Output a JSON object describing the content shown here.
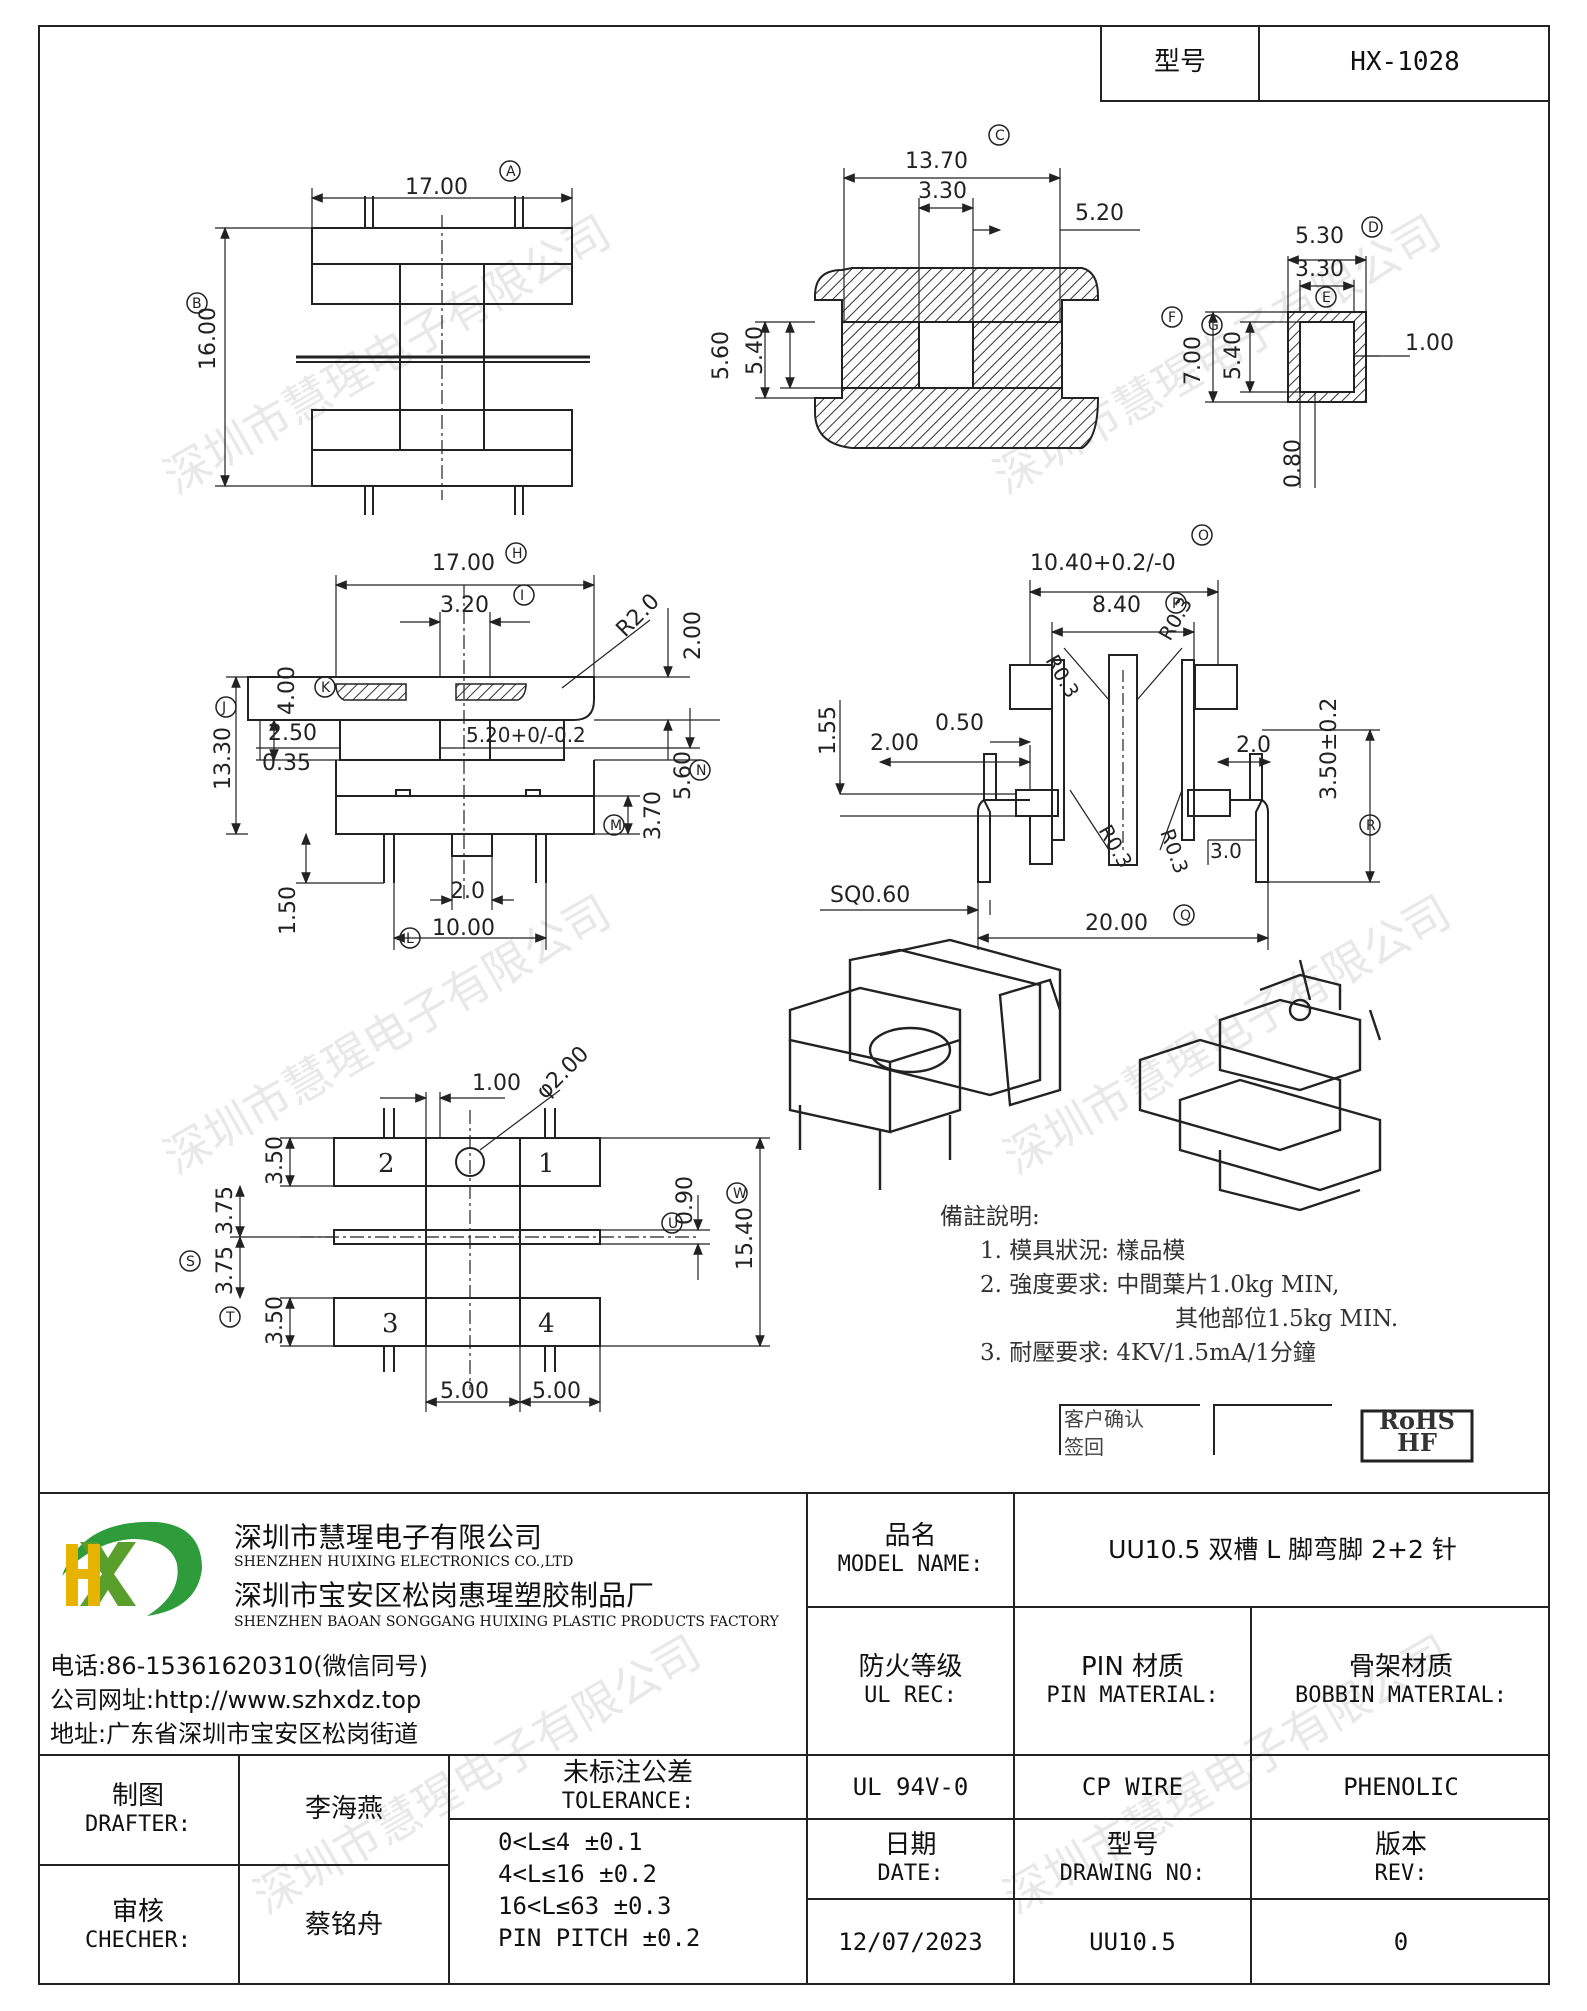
{
  "header": {
    "type_label": "型号",
    "type_value": "HX-1028"
  },
  "dimensions": {
    "v1": {
      "a": "17.00",
      "a_tag": "A",
      "b": "16.00",
      "b_tag": "B"
    },
    "v2": {
      "c": "13.70",
      "c_tag": "C",
      "d1": "3.30",
      "d2": "5.20",
      "h1": "5.60",
      "h2": "5.40"
    },
    "v3": {
      "d": "5.30",
      "d_tag": "D",
      "e": "3.30",
      "e_tag": "E",
      "f": "7.00",
      "f_tag": "F",
      "g": "5.40",
      "g_tag": "G",
      "t": "1.00",
      "b": "0.80"
    },
    "v4": {
      "h": "17.00",
      "h_tag": "H",
      "i": "3.20",
      "i_tag": "I",
      "r": "R2.0",
      "d2": "2.00",
      "j": "13.30",
      "j_tag": "J",
      "d4": "4.00",
      "k_tag": "K",
      "d250": "2.50",
      "d035": "0.35",
      "tol": "5.20+0/-0.2",
      "n": "5.60",
      "n_tag": "N",
      "m": "3.70",
      "m_tag": "M",
      "p150": "1.50",
      "p20": "2.0",
      "l": "10.00",
      "l_tag": "L"
    },
    "v5": {
      "o": "10.40+0.2/-0",
      "o_tag": "O",
      "p": "8.40",
      "p_tag": "P",
      "r03": "R0.3",
      "h155": "1.55",
      "w200": "2.00",
      "w050": "0.50",
      "w20": "2.0",
      "pin": "3.50±0.2",
      "r_tag": "R",
      "w30": "3.0",
      "sq": "SQ0.60",
      "q": "20.00",
      "q_tag": "Q"
    },
    "v6": {
      "d100": "1.00",
      "phi": "φ2.00",
      "p1": "1",
      "p2": "2",
      "p3": "3",
      "p4": "4",
      "d350a": "3.50",
      "d375a": "3.75",
      "d375b": "3.75",
      "d350b": "3.50",
      "s_tag": "S",
      "t_tag": "T",
      "u_tag": "U",
      "u": "0.90",
      "w": "15.40",
      "w_tag": "W",
      "x1": "5.00",
      "x2": "5.00"
    }
  },
  "notes": {
    "title": "備註說明:",
    "l1": "1. 模具狀況: 樣品模",
    "l2": "2. 強度要求: 中間葉片1.0kg MIN,",
    "l2b": "其他部位1.5kg MIN.",
    "l3": "3. 耐壓要求: 4KV/1.5mA/1分鐘",
    "stamp1": "客户确认",
    "stamp2": "签回",
    "rohs1": "RoHS",
    "rohs2": "HF"
  },
  "watermark": "深圳市慧瑆电子有限公司",
  "company": {
    "logo_text": "HX",
    "name_cn": "深圳市慧瑆电子有限公司",
    "name_en": "SHENZHEN HUIXING ELECTRONICS CO.,LTD",
    "factory_cn": "深圳市宝安区松岗惠瑆塑胶制品厂",
    "factory_en": "SHENZHEN BAOAN SONGGANG HUIXING PLASTIC PRODUCTS FACTORY",
    "phone": "电话:86-15361620310(微信同号)",
    "website": "公司网址:http://www.szhxdz.top",
    "address": "地址:广东省深圳市宝安区松岗街道"
  },
  "titleblock": {
    "model_name_cn": "品名",
    "model_name_en": "MODEL NAME:",
    "model_name_value": "UU10.5 双槽 L 脚弯脚 2+2 针",
    "ul_cn": "防火等级",
    "ul_en": "UL REC:",
    "pin_cn": "PIN 材质",
    "pin_en": "PIN MATERIAL:",
    "bobbin_cn": "骨架材质",
    "bobbin_en": "BOBBIN MATERIAL:",
    "drafter_cn": "制图",
    "drafter_en": "DRAFTER:",
    "drafter_value": "李海燕",
    "tol_cn": "未标注公差",
    "tol_en": "TOLERANCE:",
    "ul_value": "UL 94V-0",
    "pin_value": "CP WIRE",
    "bobbin_value": "PHENOLIC",
    "checker_cn": "审核",
    "checker_en": "CHECHER:",
    "checker_value": "蔡铭舟",
    "tol_lines": [
      "0<L≤4  ±0.1",
      "4<L≤16 ±0.2",
      "16<L≤63 ±0.3",
      "PIN PITCH ±0.2"
    ],
    "date_cn": "日期",
    "date_en": "DATE:",
    "drawing_cn": "型号",
    "drawing_en": "DRAWING NO:",
    "rev_cn": "版本",
    "rev_en": "REV:",
    "date_value": "12/07/2023",
    "drawing_value": "UU10.5",
    "rev_value": "0"
  }
}
